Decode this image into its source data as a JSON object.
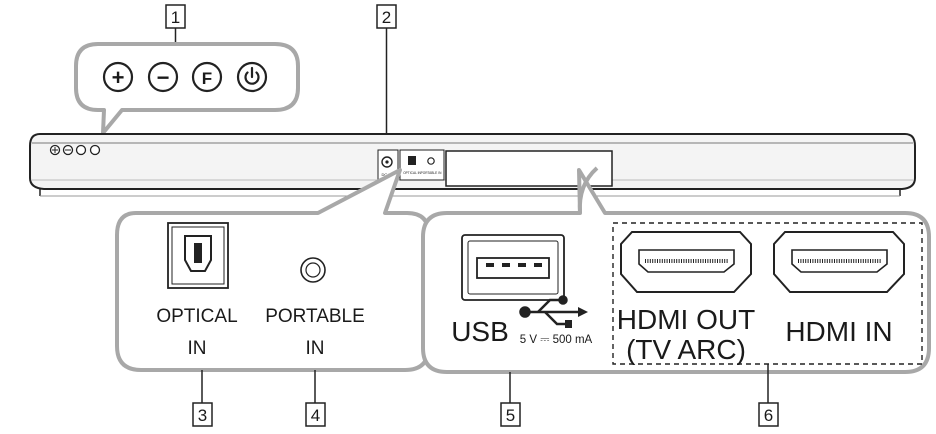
{
  "callouts": {
    "c1": "1",
    "c2": "2",
    "c3": "3",
    "c4": "4",
    "c5": "5",
    "c6": "6"
  },
  "top_buttons": {
    "plus": "+",
    "minus": "−",
    "function": "F"
  },
  "bar_small_text": {
    "dc_in": "DC IN",
    "optical_in": "OPTICAL IN",
    "portable_in": "PORTABLE IN"
  },
  "left_panel": {
    "optical_line1": "OPTICAL",
    "optical_line2": "IN",
    "portable_line1": "PORTABLE",
    "portable_line2": "IN"
  },
  "right_panel": {
    "usb_label": "USB",
    "usb_rating": "5 V ⎓ 500 mA",
    "hdmi_out_line1": "HDMI OUT",
    "hdmi_out_line2": "(TV ARC)",
    "hdmi_in": "HDMI IN"
  },
  "icons": {
    "power": "power-icon",
    "usb": "usb-trident-icon"
  },
  "colors": {
    "outline": "#2a2a2a",
    "panel_stroke": "#a8a8a8",
    "panel_fill": "#ffffff",
    "bar_fill": "#f4f4f4"
  }
}
